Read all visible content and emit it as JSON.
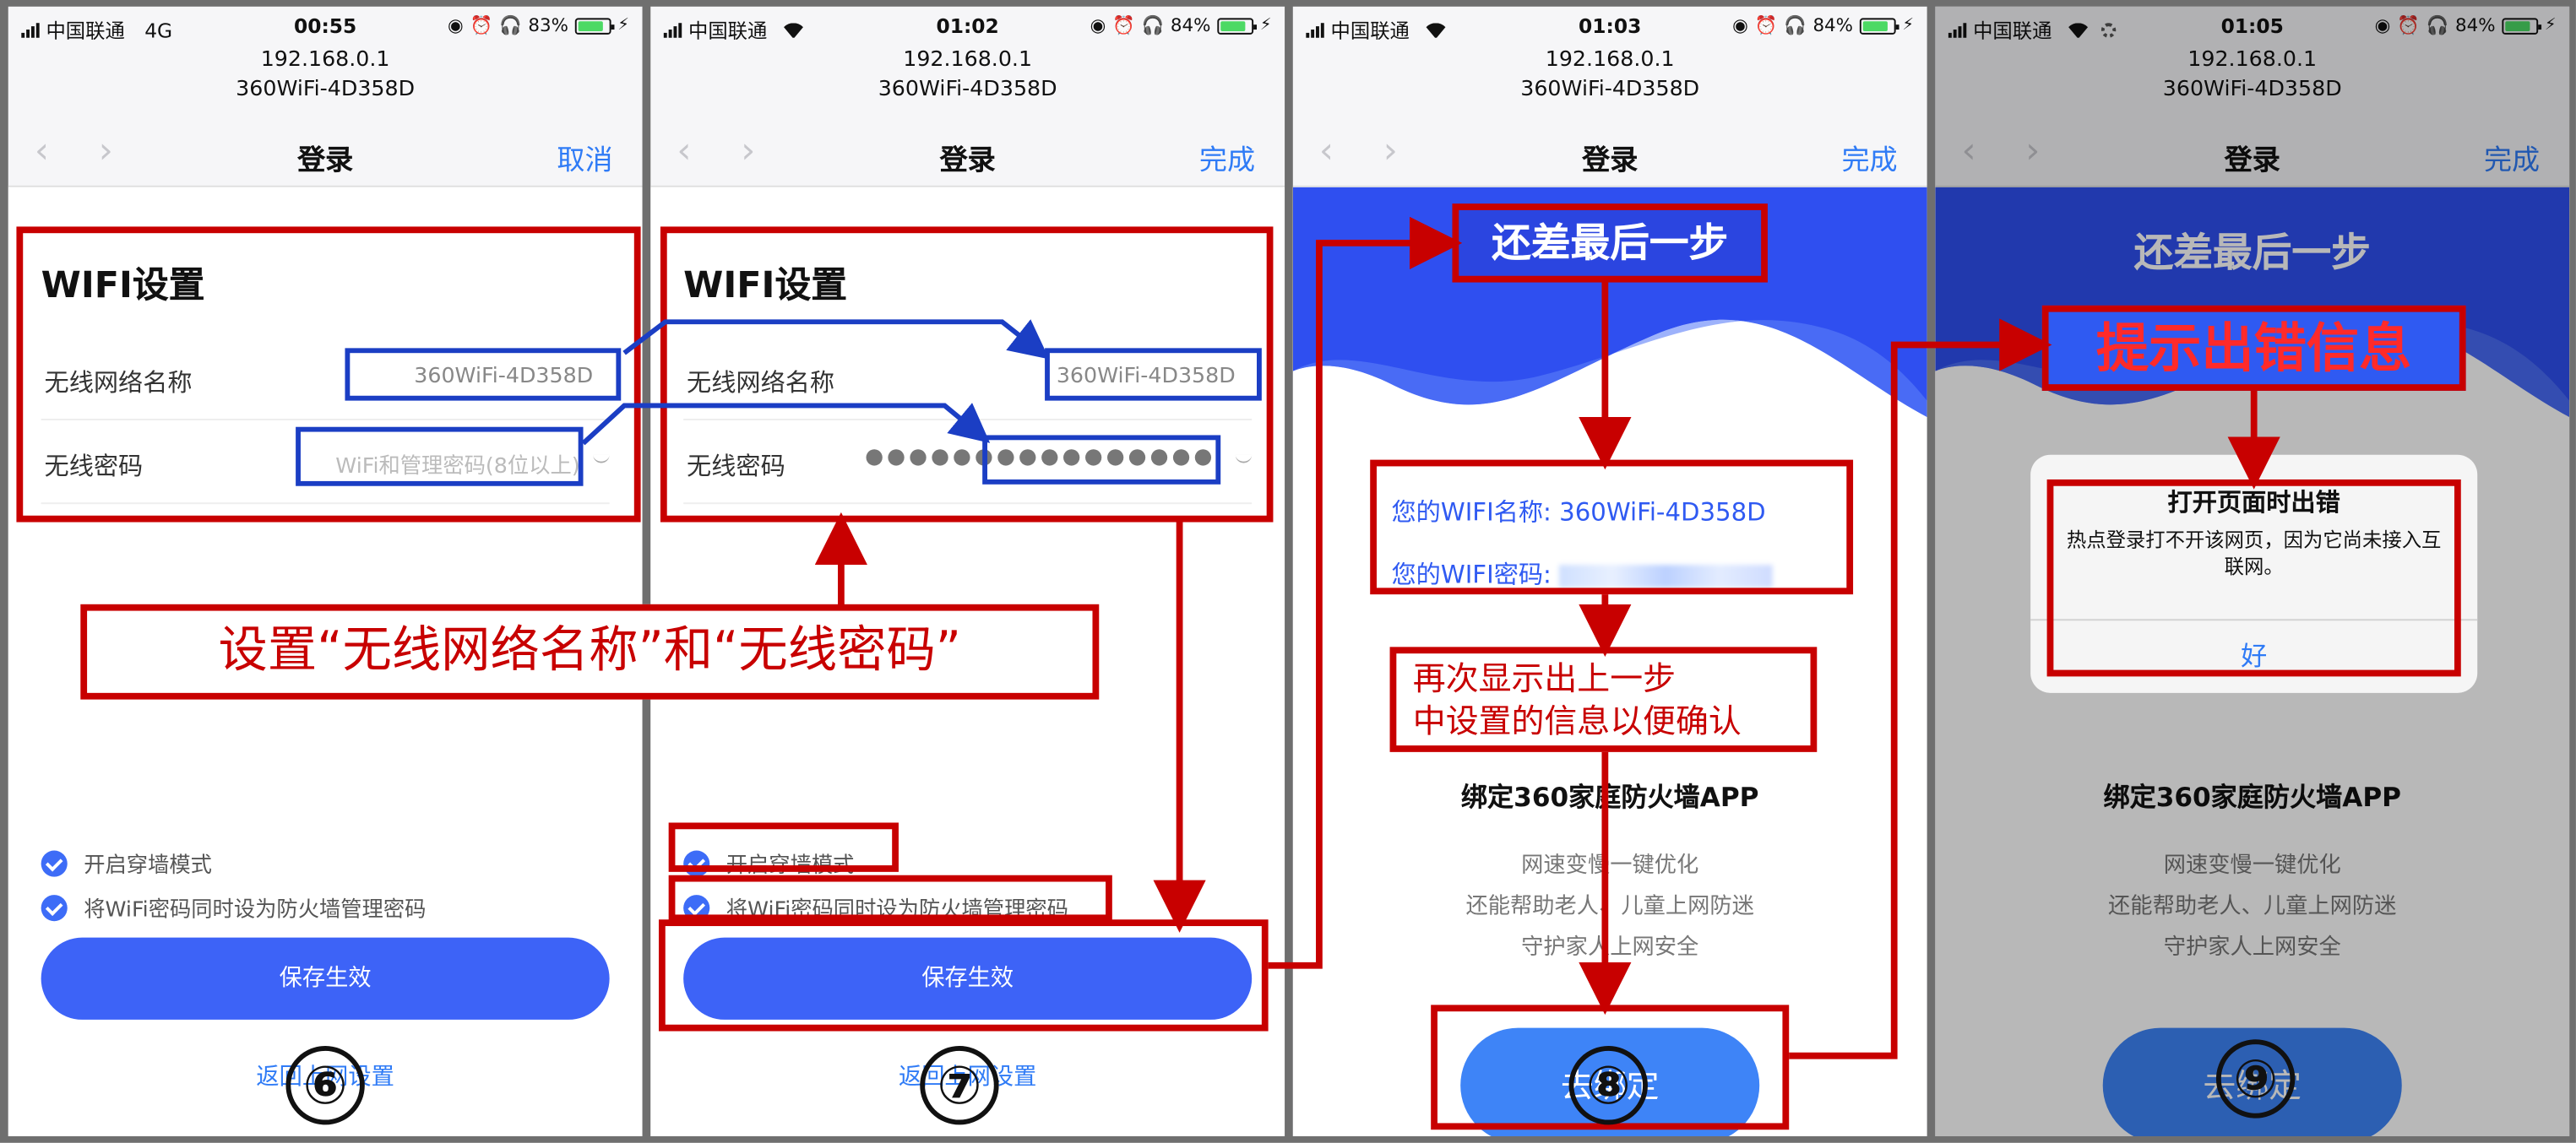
{
  "panels": [
    {
      "status": {
        "carrier": "中国联通",
        "network": "4G",
        "time": "00:55",
        "battery": "83%"
      },
      "url": {
        "host": "192.168.0.1",
        "ssid": "360WiFi-4D358D"
      },
      "nav": {
        "title": "登录",
        "action": "取消"
      },
      "wifi_title": "WIFI设置",
      "ssid_label": "无线网络名称",
      "ssid_value": "360WiFi-4D358D",
      "pwd_label": "无线密码",
      "pwd_placeholder": "WiFi和管理密码(8位以上)",
      "checks": [
        "开启穿墙模式",
        "将WiFi密码同时设为防火墙管理密码"
      ],
      "save": "保存生效",
      "back_link": "返回上网设置",
      "step": "⑥"
    },
    {
      "status": {
        "carrier": "中国联通",
        "time": "01:02",
        "battery": "84%"
      },
      "url": {
        "host": "192.168.0.1",
        "ssid": "360WiFi-4D358D"
      },
      "nav": {
        "title": "登录",
        "action": "完成"
      },
      "wifi_title": "WIFI设置",
      "ssid_label": "无线网络名称",
      "ssid_value": "360WiFi-4D358D",
      "pwd_label": "无线密码",
      "pwd_value": "●●●●●●●●●●●●●●●●",
      "checks": [
        "开启穿墙模式",
        "将WiFi密码同时设为防火墙管理密码"
      ],
      "save": "保存生效",
      "back_link": "返回上网设置",
      "step": "⑦"
    },
    {
      "status": {
        "carrier": "中国联通",
        "time": "01:03",
        "battery": "84%"
      },
      "url": {
        "host": "192.168.0.1",
        "ssid": "360WiFi-4D358D"
      },
      "nav": {
        "title": "登录",
        "action": "完成"
      },
      "hero_title": "还差最后一步",
      "wifi_name_line": "您的WIFI名称: 360WiFi-4D358D",
      "wifi_pwd_prefix": "您的WIFI密码:",
      "bind_title": "绑定360家庭防火墙APP",
      "desc": [
        "网速变慢一键优化",
        "还能帮助老人、儿童上网防迷",
        "守护家人上网安全"
      ],
      "go": "去绑定",
      "step": "⑧"
    },
    {
      "status": {
        "carrier": "中国联通",
        "time": "01:05",
        "battery": "84%"
      },
      "url": {
        "host": "192.168.0.1",
        "ssid": "360WiFi-4D358D"
      },
      "nav": {
        "title": "登录",
        "action": "完成"
      },
      "hero_title": "还差最后一步",
      "bind_title": "绑定360家庭防火墙APP",
      "desc": [
        "网速变慢一键优化",
        "还能帮助老人、儿童上网防迷",
        "守护家人上网安全"
      ],
      "go": "去绑定",
      "alert": {
        "title": "打开页面时出错",
        "message": "热点登录打不开该网页，因为它尚未接入互联网。",
        "button": "好"
      },
      "step": "⑨"
    }
  ],
  "annotations": {
    "set_label": "设置“无线网络名称”和“无线密码”",
    "last_step": "还差最后一步",
    "reconfirm": [
      "再次显示出上一步",
      "中设置的信息以便确认"
    ],
    "error_hint": "提示出错信息"
  },
  "colors": {
    "annotation_red": "#c80000",
    "annotation_blue": "#1b3ec4",
    "primary_button": "#3d63f7",
    "hero_blue": "#3056f0"
  }
}
